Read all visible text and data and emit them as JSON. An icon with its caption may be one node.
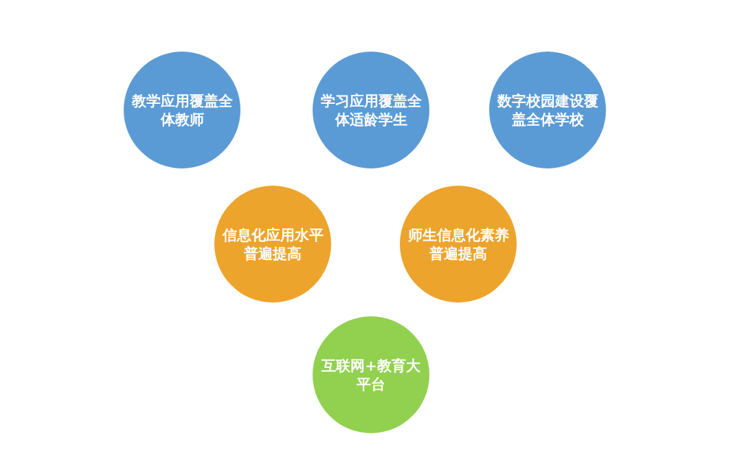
{
  "diagram": {
    "nodes": [
      {
        "text": [
          "教学应用覆盖全体教师"
        ]
      },
      {
        "text": [
          "学习应用覆盖全体适龄学生"
        ]
      },
      {
        "text": [
          "数字校园建设覆盖全体学校"
        ]
      },
      {
        "text": [
          "信息化应用水平普遍提高"
        ]
      },
      {
        "text": [
          "师生信息化素养普遍提高"
        ]
      },
      {
        "text": [
          "互联网+教育大平台"
        ]
      }
    ]
  }
}
